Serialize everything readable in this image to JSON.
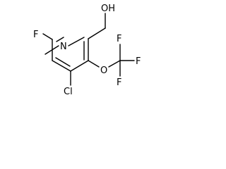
{
  "molecule": {
    "atoms": {
      "hydroxyl": "OH",
      "ring_nitrogen": "N",
      "ring_fluorine": "F",
      "chlorine": "Cl",
      "ether_oxygen": "O",
      "cf3_fluorine_top": "F",
      "cf3_fluorine_right": "F",
      "cf3_fluorine_bottom": "F"
    }
  },
  "colors": {
    "bond": "#000000",
    "label": "#000000",
    "background": "#ffffff"
  }
}
